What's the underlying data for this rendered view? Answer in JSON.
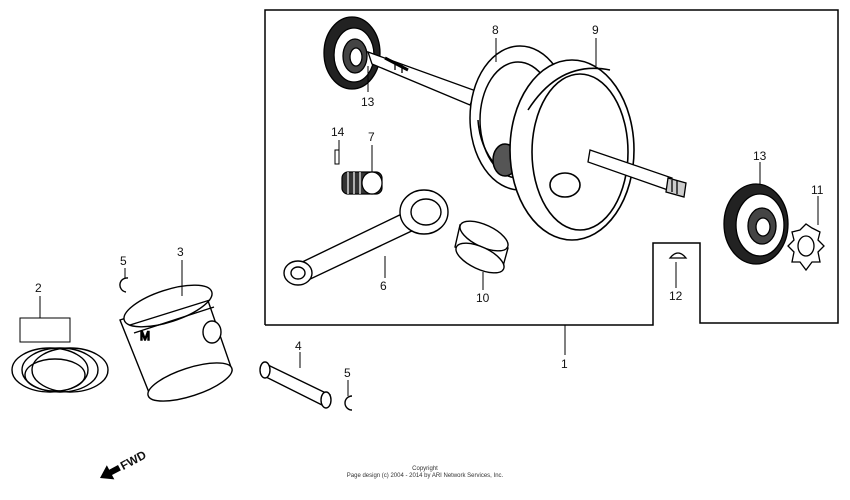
{
  "callouts": {
    "c1": "1",
    "c2": "2",
    "c3": "3",
    "c4": "4",
    "c5a": "5",
    "c5b": "5",
    "c6": "6",
    "c7": "7",
    "c8": "8",
    "c9": "9",
    "c10": "10",
    "c11": "11",
    "c12": "12",
    "c13a": "13",
    "c13b": "13",
    "c14": "14"
  },
  "fwd_label": "FWD",
  "copyright": {
    "line1": "Copyright",
    "line2": "Page design (c) 2004 - 2014 by ARI Network Services, Inc."
  }
}
